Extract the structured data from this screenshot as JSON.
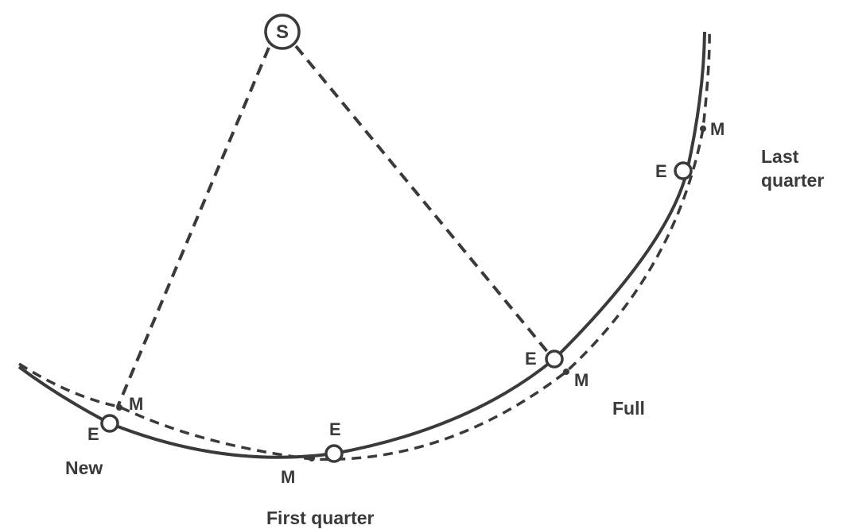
{
  "colors": {
    "ink": "#3a3a3a",
    "background": "#ffffff"
  },
  "sun": {
    "label": "S"
  },
  "positions": [
    {
      "id": "new",
      "earth_label": "E",
      "moon_label": "M",
      "phase_label": "New"
    },
    {
      "id": "first-quarter",
      "earth_label": "E",
      "moon_label": "M",
      "phase_label": "First quarter"
    },
    {
      "id": "full",
      "earth_label": "E",
      "moon_label": "M",
      "phase_label": "Full"
    },
    {
      "id": "last-quarter",
      "earth_label": "E",
      "moon_label": "M",
      "phase_label_line1": "Last",
      "phase_label_line2": "quarter"
    }
  ]
}
